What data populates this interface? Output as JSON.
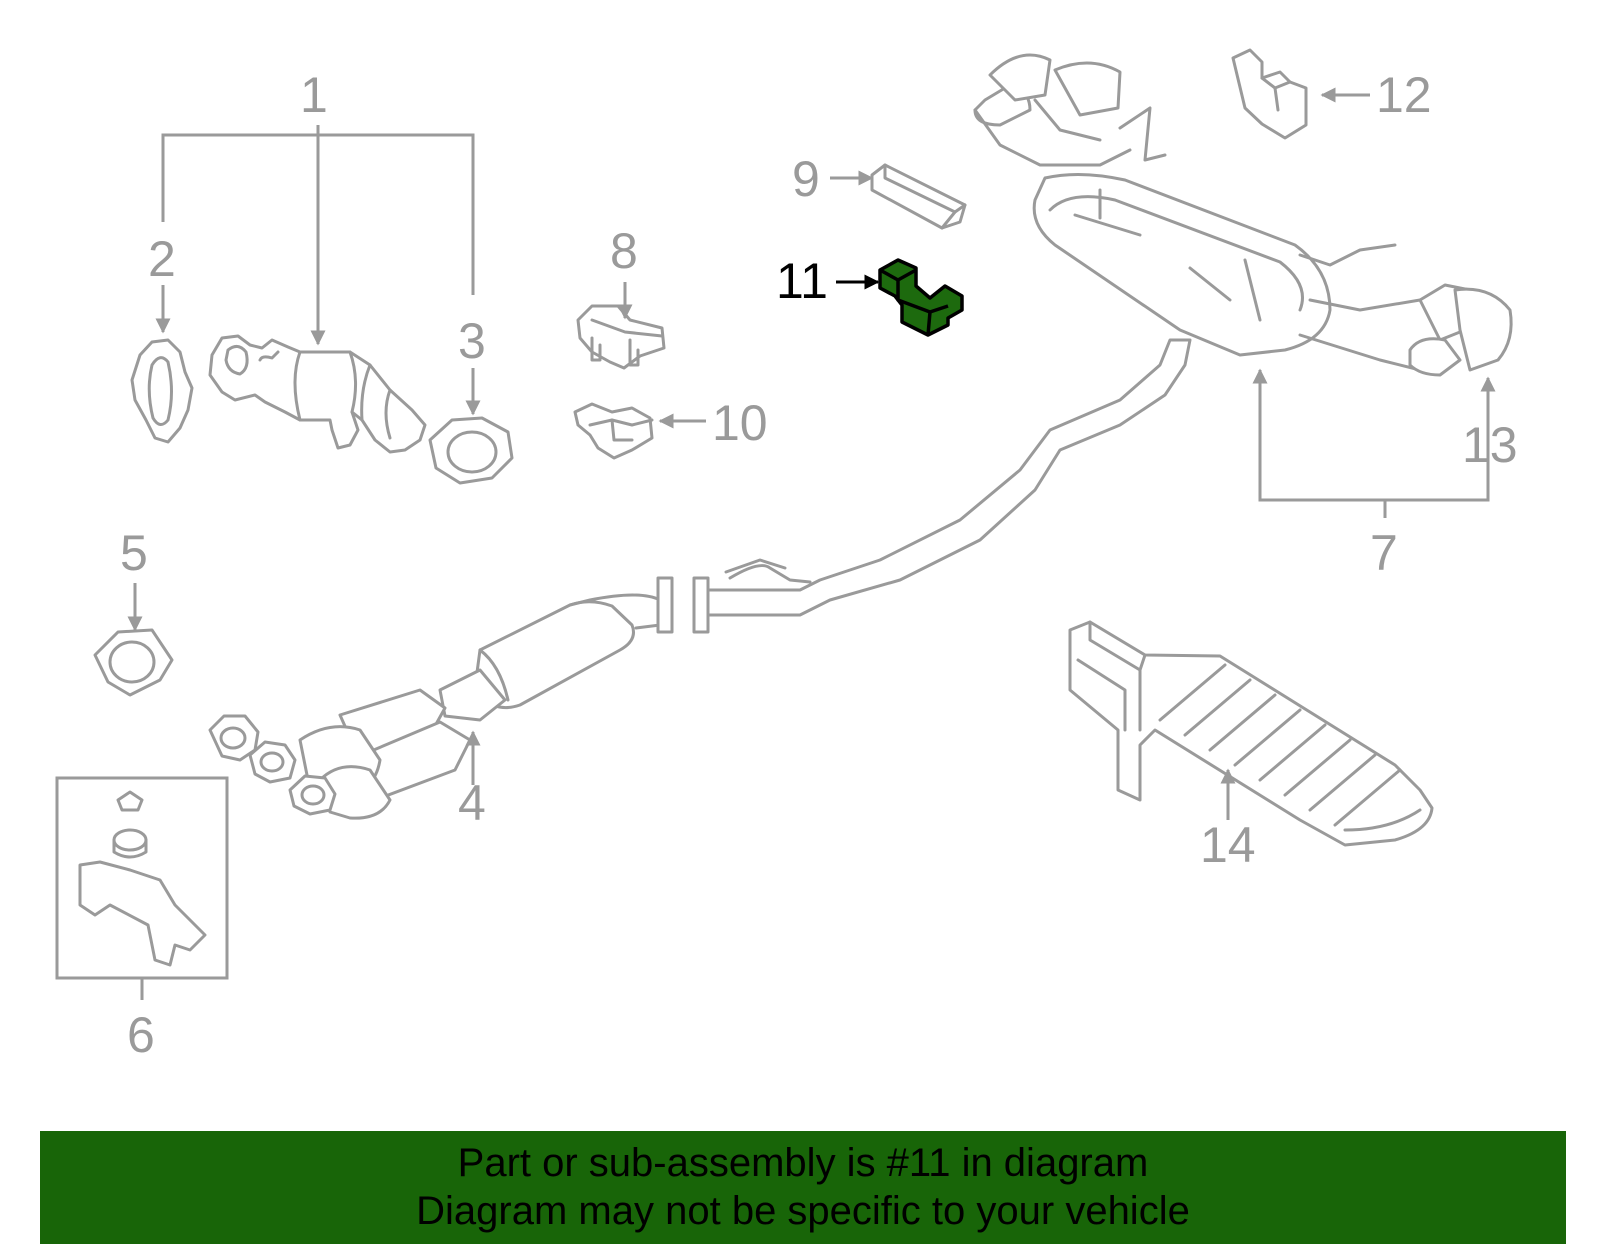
{
  "callouts": {
    "c1": "1",
    "c2": "2",
    "c3": "3",
    "c4": "4",
    "c5": "5",
    "c6": "6",
    "c7": "7",
    "c8": "8",
    "c9": "9",
    "c10": "10",
    "c11": "11",
    "c12": "12",
    "c13": "13",
    "c14": "14"
  },
  "highlight": {
    "part": "11",
    "color": "#1d6a0e"
  },
  "banner": {
    "line1": "Part or sub-assembly is #11 in diagram",
    "line2": "Diagram may not be specific to your vehicle",
    "color": "#186508"
  }
}
